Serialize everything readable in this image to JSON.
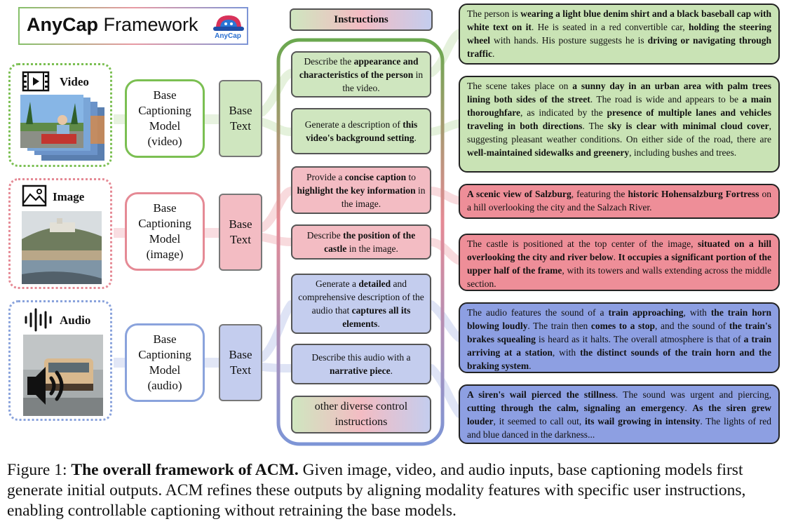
{
  "title": {
    "bold": "AnyCap",
    "rest": " Framework",
    "logo_text": "AnyCap"
  },
  "instructions_header": "Instructions",
  "modalities": [
    {
      "id": "video",
      "label": "Video",
      "icon": "film-icon",
      "color": "#7bbf52",
      "model_lines": [
        "Base",
        "Captioning",
        "Model",
        "(video)"
      ],
      "base_text": [
        "Base",
        "Text"
      ]
    },
    {
      "id": "image",
      "label": "Image",
      "icon": "picture-icon",
      "color": "#e58a95",
      "model_lines": [
        "Base",
        "Captioning",
        "Model",
        "(image)"
      ],
      "base_text": [
        "Base",
        "Text"
      ]
    },
    {
      "id": "audio",
      "label": "Audio",
      "icon": "waveform-icon",
      "color": "#8aa3dc",
      "model_lines": [
        "Base",
        "Captioning",
        "Model",
        "(audio)"
      ],
      "base_text": [
        "Base",
        "Text"
      ]
    }
  ],
  "instructions": [
    {
      "html": "Describe the <b>appearance and characteristics of the person</b> in the video.",
      "group": "green"
    },
    {
      "html": "Generate a description of <b>this video's background setting</b>.",
      "group": "green"
    },
    {
      "html": "Provide a <b>concise caption</b> to <b>highlight the key information</b> in the image.",
      "group": "pink"
    },
    {
      "html": "Describe <b>the position of the castle</b> in the image.",
      "group": "pink"
    },
    {
      "html": "Generate a <b>detailed</b> and comprehensive description of the audio that <b>captures all its elements</b>.",
      "group": "blue"
    },
    {
      "html": "Describe this audio with a <b>narrative piece</b>.",
      "group": "blue"
    },
    {
      "html": "other diverse control instructions",
      "group": "mixed"
    }
  ],
  "outputs": [
    {
      "html": "The person is <b>wearing a light blue denim shirt and a black baseball cap with white text on it</b>. He is seated in a red convertible car, <b>holding the steering wheel</b> with hands. His posture suggests he is <b>driving or navigating through traffic</b>.",
      "group": "green"
    },
    {
      "html": "The scene takes place on <b>a sunny day in an urban area with palm trees lining both sides of the street</b>. The road is wide and appears to be <b>a main thoroughfare</b>, as indicated by the <b>presence of multiple lanes and vehicles traveling in both directions</b>. The <b>sky is clear with minimal cloud cover</b>, suggesting pleasant weather conditions. On either side of the road, there are <b>well-maintained sidewalks and greenery</b>, including bushes and trees.",
      "group": "green"
    },
    {
      "html": "<b>A scenic view of Salzburg</b>, featuring the <b>historic Hohensalzburg Fortress</b> on a hill overlooking the city and the Salzach River.",
      "group": "pink"
    },
    {
      "html": "The castle is positioned at the top center of the image, <b>situated on a hill overlooking the city and river below</b>. <b>It occupies a significant portion of the upper half of the frame</b>, with its towers and walls extending across the middle section.",
      "group": "pink"
    },
    {
      "html": "The audio features the sound of a <b>train approaching</b>, with <b>the train horn blowing loudly</b>. The train then <b>comes to a stop</b>, and the sound of <b>the train's brakes squealing</b> is heard as it halts. The overall atmosphere is that of <b>a train arriving at a station</b>, with <b>the distinct sounds of the train horn and the braking system</b>.",
      "group": "blue"
    },
    {
      "html": "<b>A siren's wail pierced the stillness</b>. The sound was urgent and piercing, <b>cutting through the calm, signaling an emergency</b>. <b>As the siren grew louder</b>, it seemed to call out, <b>its wail growing in intensity</b>. The lights of red and blue danced in the darkness...",
      "group": "blue"
    }
  ],
  "caption": {
    "prefix": "Figure 1: ",
    "bold": "The overall framework of ACM.",
    "text": " Given image, video, and audio inputs, base captioning models first generate initial outputs. ACM refines these outputs by aligning modality features with specific user instructions, enabling controllable captioning without retraining the base models."
  }
}
